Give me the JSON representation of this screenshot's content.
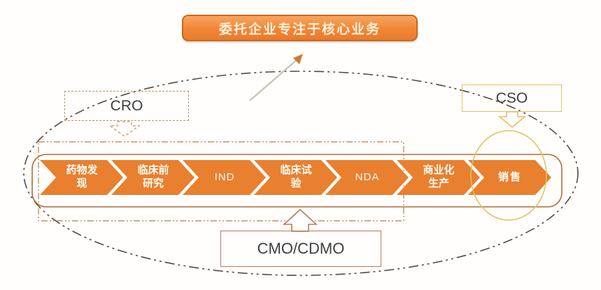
{
  "banner": {
    "text": "委托企业专注于核心业务"
  },
  "scopes": {
    "cro": {
      "label": "CRO"
    },
    "cso": {
      "label": "CSO"
    },
    "cmo": {
      "label": "CMO/CDMO"
    }
  },
  "flow": {
    "stages": [
      {
        "label": "药物发现"
      },
      {
        "label": "临床前研究"
      },
      {
        "label": "IND"
      },
      {
        "label": "临床试验"
      },
      {
        "label": "NDA"
      },
      {
        "label": "商业化生产"
      },
      {
        "label": "销售"
      }
    ]
  },
  "colors": {
    "chevron_orange": "#e8802f",
    "banner_orange": "#ef8738",
    "banner_border": "#c96a1f",
    "band_border": "#b26c35",
    "scope_dash_tan": "#c98f62",
    "cso_yellow": "#e3c25d",
    "cmo_brown": "#b97b57",
    "outer_ellipse_gray": "#57493f"
  }
}
